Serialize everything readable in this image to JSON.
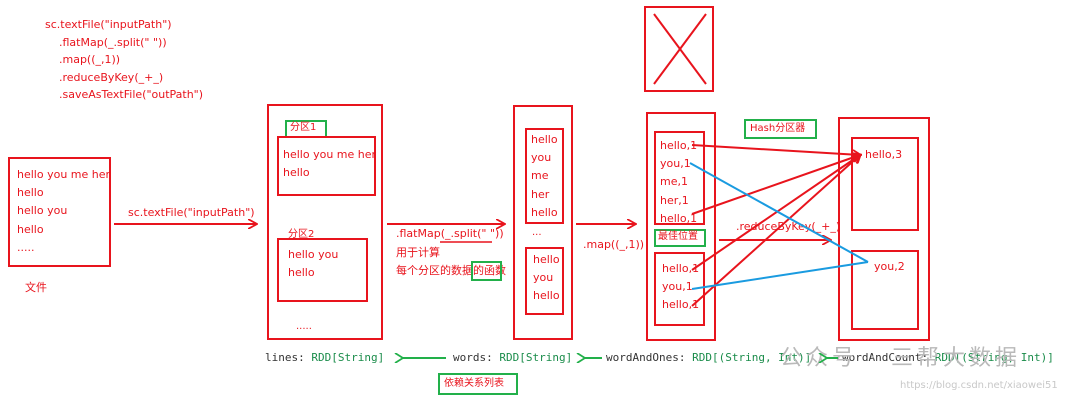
{
  "code": {
    "lines": [
      "sc.textFile(\"inputPath\")",
      ".flatMap(_.split(\" \"))",
      ".map((_,1))",
      ".reduceByKey(_+_)",
      ".saveAsTextFile(\"outPath\")"
    ]
  },
  "file": {
    "lines": [
      "hello you me her",
      "hello",
      "hello you",
      "hello",
      "....."
    ],
    "caption": "文件"
  },
  "steps": {
    "textfile_label": "sc.textFile(\"inputPath\")",
    "flatmap_label": ".flatMap(_.split(\" \"))",
    "flatmap_note1": "用于计算",
    "flatmap_note2": "每个分区的数据的函数",
    "map_label": ".map((_,1))",
    "reduce_label": ".reduceByKey(_+_)"
  },
  "lines_rdd": {
    "partition1_label": "分区1",
    "partition1_lines": [
      "hello you me her",
      "hello"
    ],
    "partition2_label": "分区2",
    "partition2_lines": [
      "hello you",
      "hello"
    ],
    "ellipsis": "....."
  },
  "words_rdd": {
    "part1": [
      "hello",
      "you",
      "me",
      "her",
      "hello"
    ],
    "ellipsis": "...",
    "part2": [
      "hello",
      "you",
      "hello"
    ]
  },
  "pairs_rdd": {
    "part1": [
      "hello,1",
      "you,1",
      "me,1",
      "her,1",
      "hello,1"
    ],
    "best_location": "最佳位置",
    "part2": [
      "hello,1",
      "you,1",
      "hello,1"
    ]
  },
  "result_rdd": {
    "partitioner_label": "Hash分区器",
    "part1": "hello,3",
    "part2": "you,2"
  },
  "lineage": {
    "lines_name": "lines: ",
    "lines_type": "RDD[String]",
    "words_name": "words: ",
    "words_type": "RDD[String]",
    "wao_name": "wordAndOnes: ",
    "wao_type": "RDD[(String, Int)]",
    "wac_name": "wordAndCount: ",
    "wac_type": "RDD[(String, Int)]",
    "dependency_label": "依赖关系列表"
  },
  "watermark": {
    "main": "公众号 · 三帮大数据",
    "url": "https://blog.csdn.net/xiaowei51"
  },
  "colors": {
    "red": "#e8141d",
    "green": "#22b04a",
    "blue": "#1a9be0"
  }
}
